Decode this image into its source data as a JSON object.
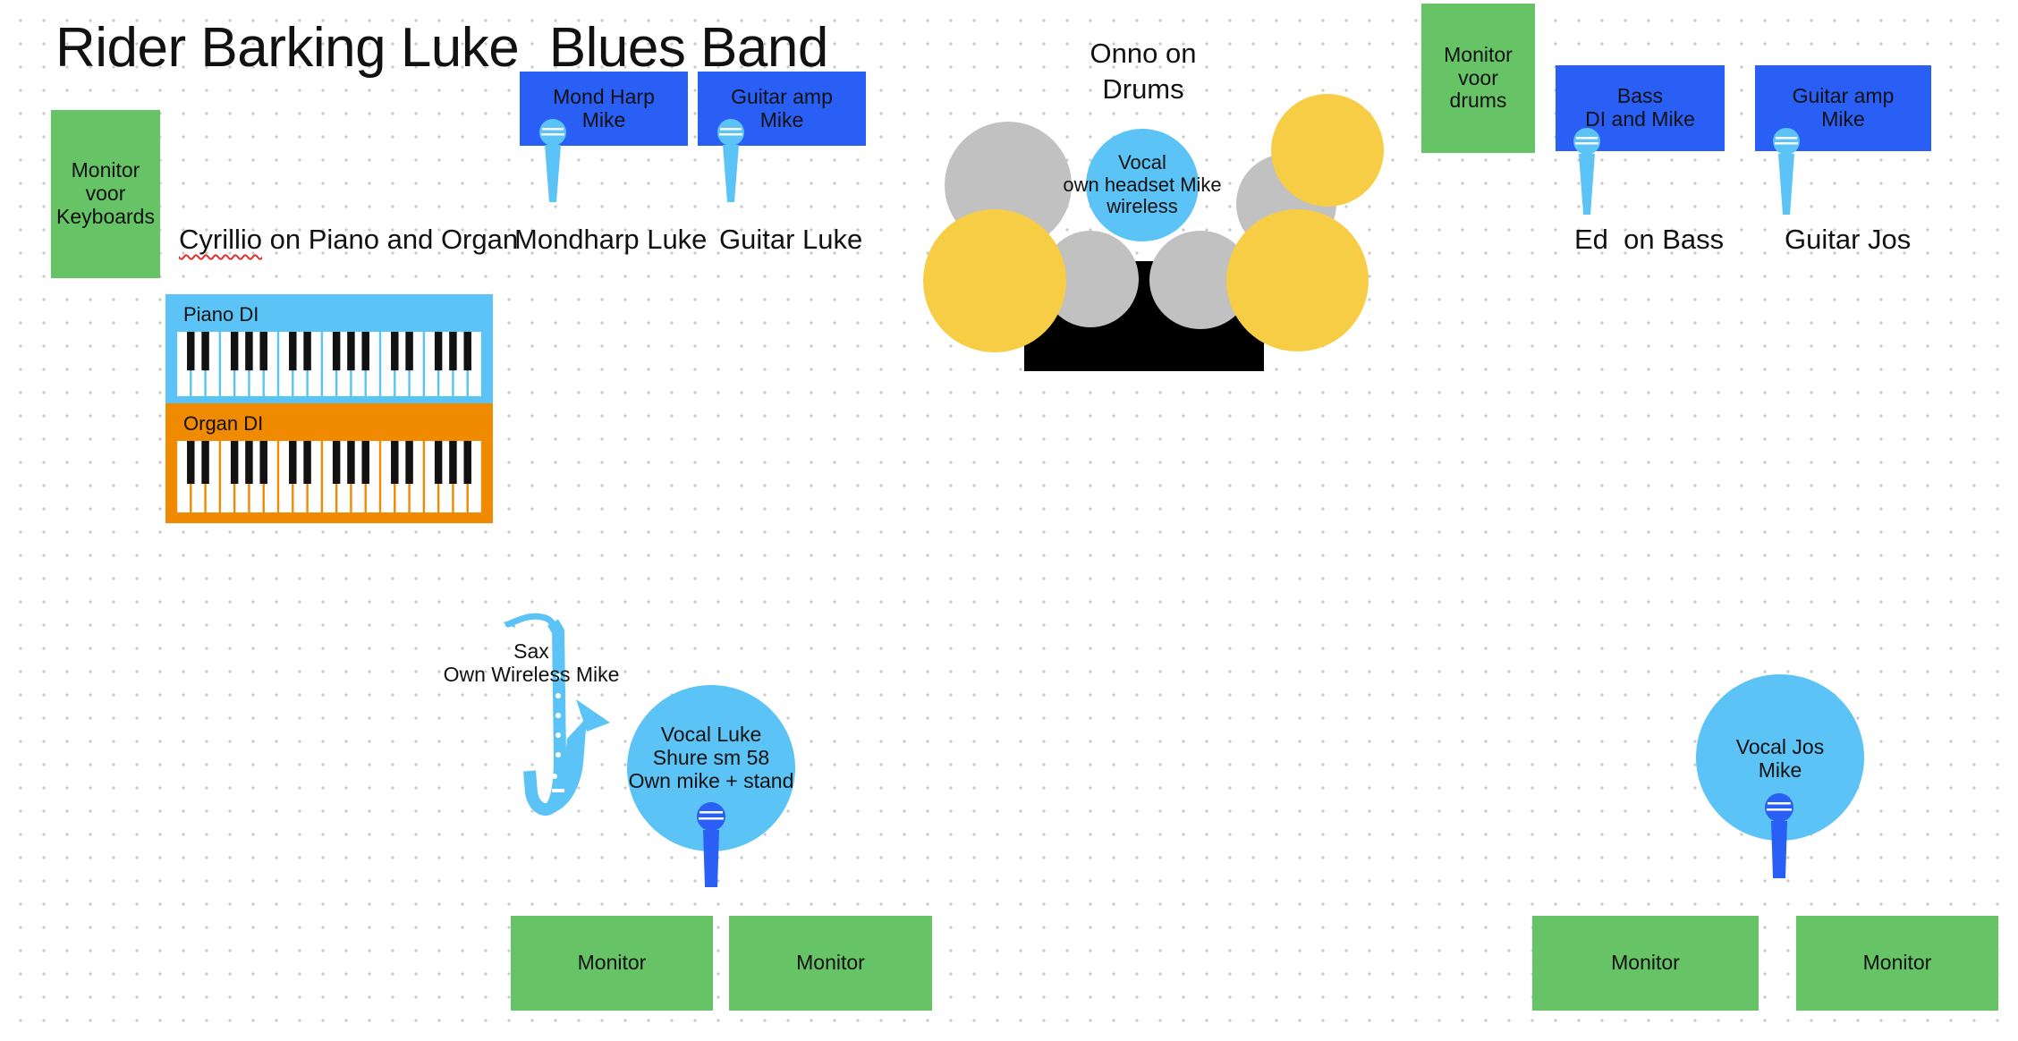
{
  "title": "Rider Barking Luke  Blues Band",
  "colors": {
    "monitor": "#66c466",
    "amp": "#2a5ff5",
    "vocal": "#5bc3f5",
    "piano": "#5bc3f5",
    "organ": "#f08a00",
    "cymbal": "#f6cd45",
    "drum": "#c1c1c1",
    "mic_light": "#5bc3f5",
    "mic_dark": "#2a5ff5"
  },
  "labels": {
    "cyrillio_name": "Cyrillio",
    "cyrillio_rest": " on Piano and Organ",
    "mondharp": "Mondharp Luke",
    "guitar_luke": "Guitar Luke",
    "ed_bass": "Ed  on Bass",
    "guitar_jos": "Guitar Jos",
    "drums_title": "Onno on\nDrums",
    "sax": "Sax\nOwn Wireless Mike"
  },
  "boxes": {
    "monitor_keyboards": "Monitor\nvoor\nKeyboards",
    "monitor_drums": "Monitor\nvoor\ndrums",
    "mond_harp_mike": "Mond Harp\nMike",
    "guitar_amp_luke": "Guitar amp\nMike",
    "bass_di": "Bass\nDI and Mike",
    "guitar_amp_jos": "Guitar amp\nMike",
    "monitor_1": "Monitor",
    "monitor_2": "Monitor",
    "monitor_3": "Monitor",
    "monitor_4": "Monitor"
  },
  "keyboards": {
    "piano": "Piano DI",
    "organ": "Organ DI"
  },
  "vocals": {
    "drums_vocal": "Vocal\nown headset Mike\nwireless",
    "luke": "Vocal Luke\nShure sm 58\nOwn mike + stand",
    "jos": "Vocal Jos\nMike"
  }
}
